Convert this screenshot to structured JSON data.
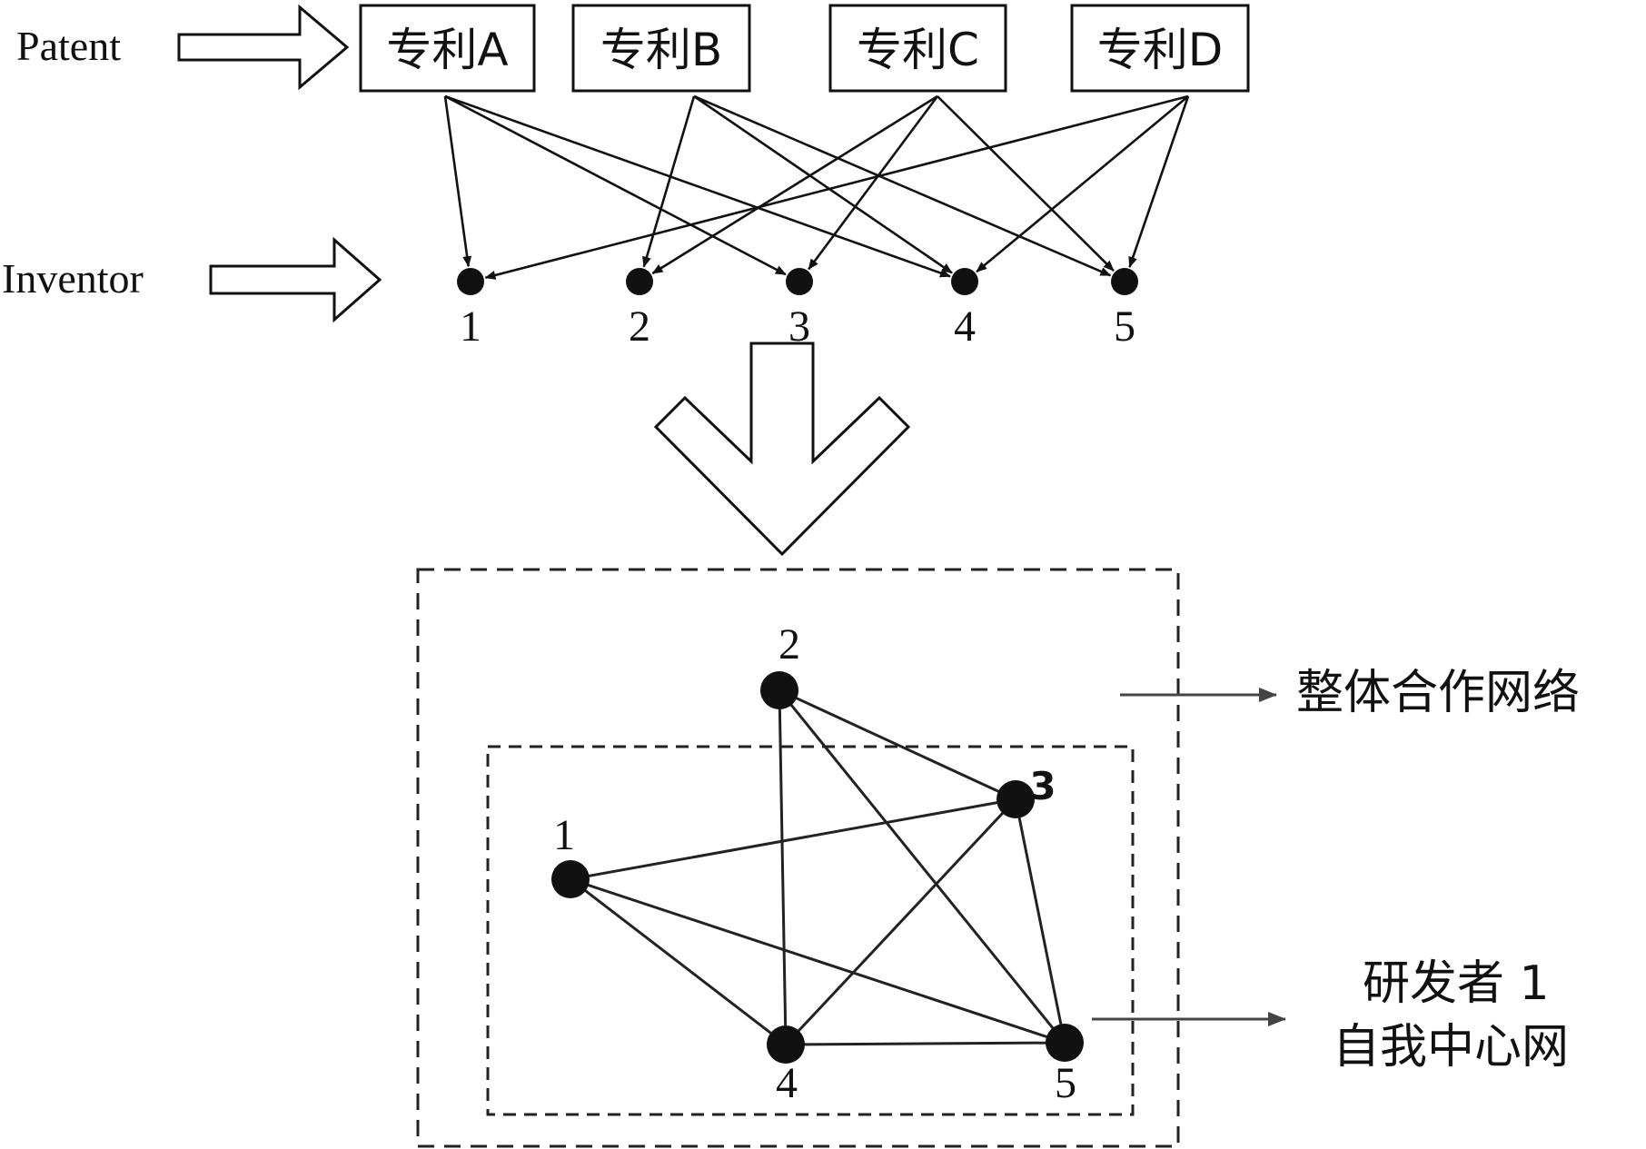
{
  "labels": {
    "patent_row": "Patent",
    "inventor_row": "Inventor"
  },
  "patents": [
    {
      "id": "A",
      "label": "专利A"
    },
    {
      "id": "B",
      "label": "专利B"
    },
    {
      "id": "C",
      "label": "专利C"
    },
    {
      "id": "D",
      "label": "专利D"
    }
  ],
  "inventors": [
    "1",
    "2",
    "3",
    "4",
    "5"
  ],
  "patent_inventor_links": [
    {
      "patent": "A",
      "inventors": [
        "1",
        "3",
        "4"
      ]
    },
    {
      "patent": "B",
      "inventors": [
        "2",
        "4",
        "5"
      ]
    },
    {
      "patent": "C",
      "inventors": [
        "2",
        "3",
        "5"
      ]
    },
    {
      "patent": "D",
      "inventors": [
        "1",
        "4",
        "5"
      ]
    }
  ],
  "network": {
    "nodes": [
      "1",
      "2",
      "3",
      "4",
      "5"
    ],
    "edges": [
      [
        "1",
        "3"
      ],
      [
        "1",
        "4"
      ],
      [
        "1",
        "5"
      ],
      [
        "2",
        "3"
      ],
      [
        "2",
        "4"
      ],
      [
        "2",
        "5"
      ],
      [
        "3",
        "4"
      ],
      [
        "3",
        "5"
      ],
      [
        "4",
        "5"
      ]
    ]
  },
  "legend": {
    "whole_network": "整体合作网络",
    "ego_network_line1": "研发者 1",
    "ego_network_line2": "自我中心网"
  }
}
